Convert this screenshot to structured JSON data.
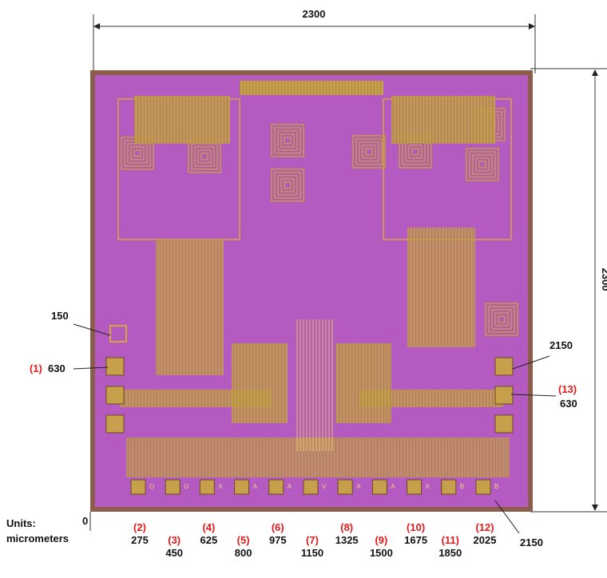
{
  "top_dimension": "2300",
  "right_dimension": "2300",
  "units_label": "Units:",
  "units_value": "micrometers",
  "origin_label": "0",
  "left_side": {
    "pad_size": "150",
    "pad_index": "(1)",
    "pad_y": "630"
  },
  "right_side": {
    "corner_value": "2150",
    "pad_index": "(13)",
    "pad_y": "630"
  },
  "bottom_corner_value": "2150",
  "bottom_pads": [
    {
      "index": "(2)",
      "x": "275",
      "letter": "O"
    },
    {
      "index": "(3)",
      "x": "450",
      "letter": "G"
    },
    {
      "index": "(4)",
      "x": "625",
      "letter": "A"
    },
    {
      "index": "(5)",
      "x": "800",
      "letter": "A"
    },
    {
      "index": "(6)",
      "x": "975",
      "letter": "A"
    },
    {
      "index": "(7)",
      "x": "1150",
      "letter": "V"
    },
    {
      "index": "(8)",
      "x": "1325",
      "letter": "A"
    },
    {
      "index": "(9)",
      "x": "1500",
      "letter": "A"
    },
    {
      "index": "(10)",
      "x": "1675",
      "letter": "A"
    },
    {
      "index": "(11)",
      "x": "1850",
      "letter": "B"
    },
    {
      "index": "(12)",
      "x": "2025",
      "letter": "B"
    }
  ],
  "chip_colors": {
    "die": "#b55ac0",
    "metal": "#c39a3c",
    "edge": "#8b5d4a"
  }
}
